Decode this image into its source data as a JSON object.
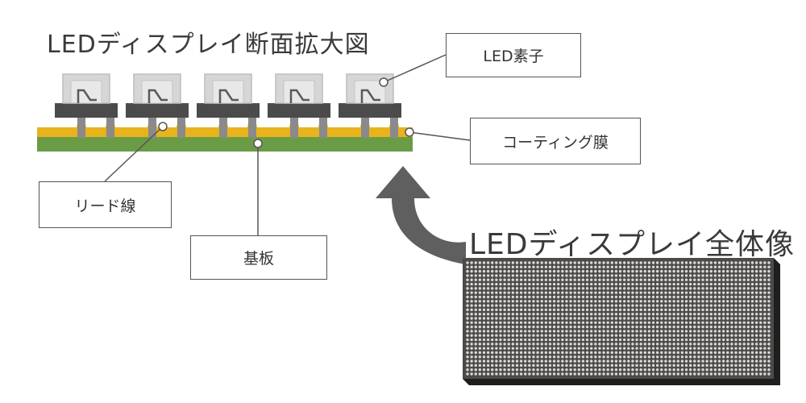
{
  "diagram": {
    "title_cross_section": "LEDディスプレイ断面拡大図",
    "title_whole": "LEDディスプレイ全体像",
    "labels": {
      "led_element": "LED素子",
      "coating_film": "コーティング膜",
      "lead_wire": "リード線",
      "substrate": "基板"
    },
    "led_count": 5,
    "matrix": {
      "columns": 74,
      "rows": 27
    },
    "colors": {
      "substrate": "#6a9c46",
      "coating": "#e8b31c",
      "led_base": "#4b4b4b",
      "led_cap": "#d6d6d6",
      "matrix_bg": "#4d4a48",
      "matrix_dot": "#d9d9d9",
      "arrow": "#5f5f5f"
    }
  }
}
